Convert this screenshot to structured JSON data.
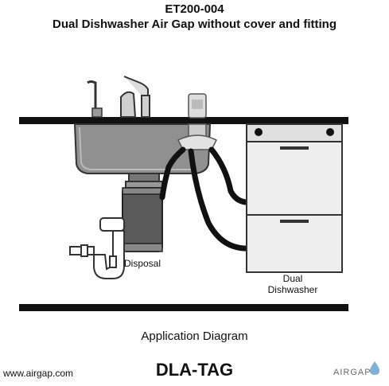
{
  "header": {
    "model": "ET200-004",
    "subtitle": "Dual Dishwasher Air Gap without cover and fitting"
  },
  "diagram": {
    "labels": {
      "disposal": "Disposal",
      "dishwasher_line1": "Dual",
      "dishwasher_line2": "Dishwasher"
    },
    "icons": [
      "faucet-icon",
      "soap-dispenser-icon",
      "air-gap-icon",
      "sink-icon",
      "disposal-icon",
      "p-trap-icon",
      "dishwasher-icon",
      "drain-hose-icon"
    ]
  },
  "footer": {
    "caption": "Application Diagram",
    "website": "www.airgap.com",
    "model_tag": "DLA-TAG",
    "brand": "AIRGAP"
  },
  "colors": {
    "counter": "#111111",
    "sink_fill": "#8f8f8f",
    "disposal_fill": "#5a5a5a",
    "hose": "#111111",
    "brand_accent": "#7fb0d8"
  }
}
